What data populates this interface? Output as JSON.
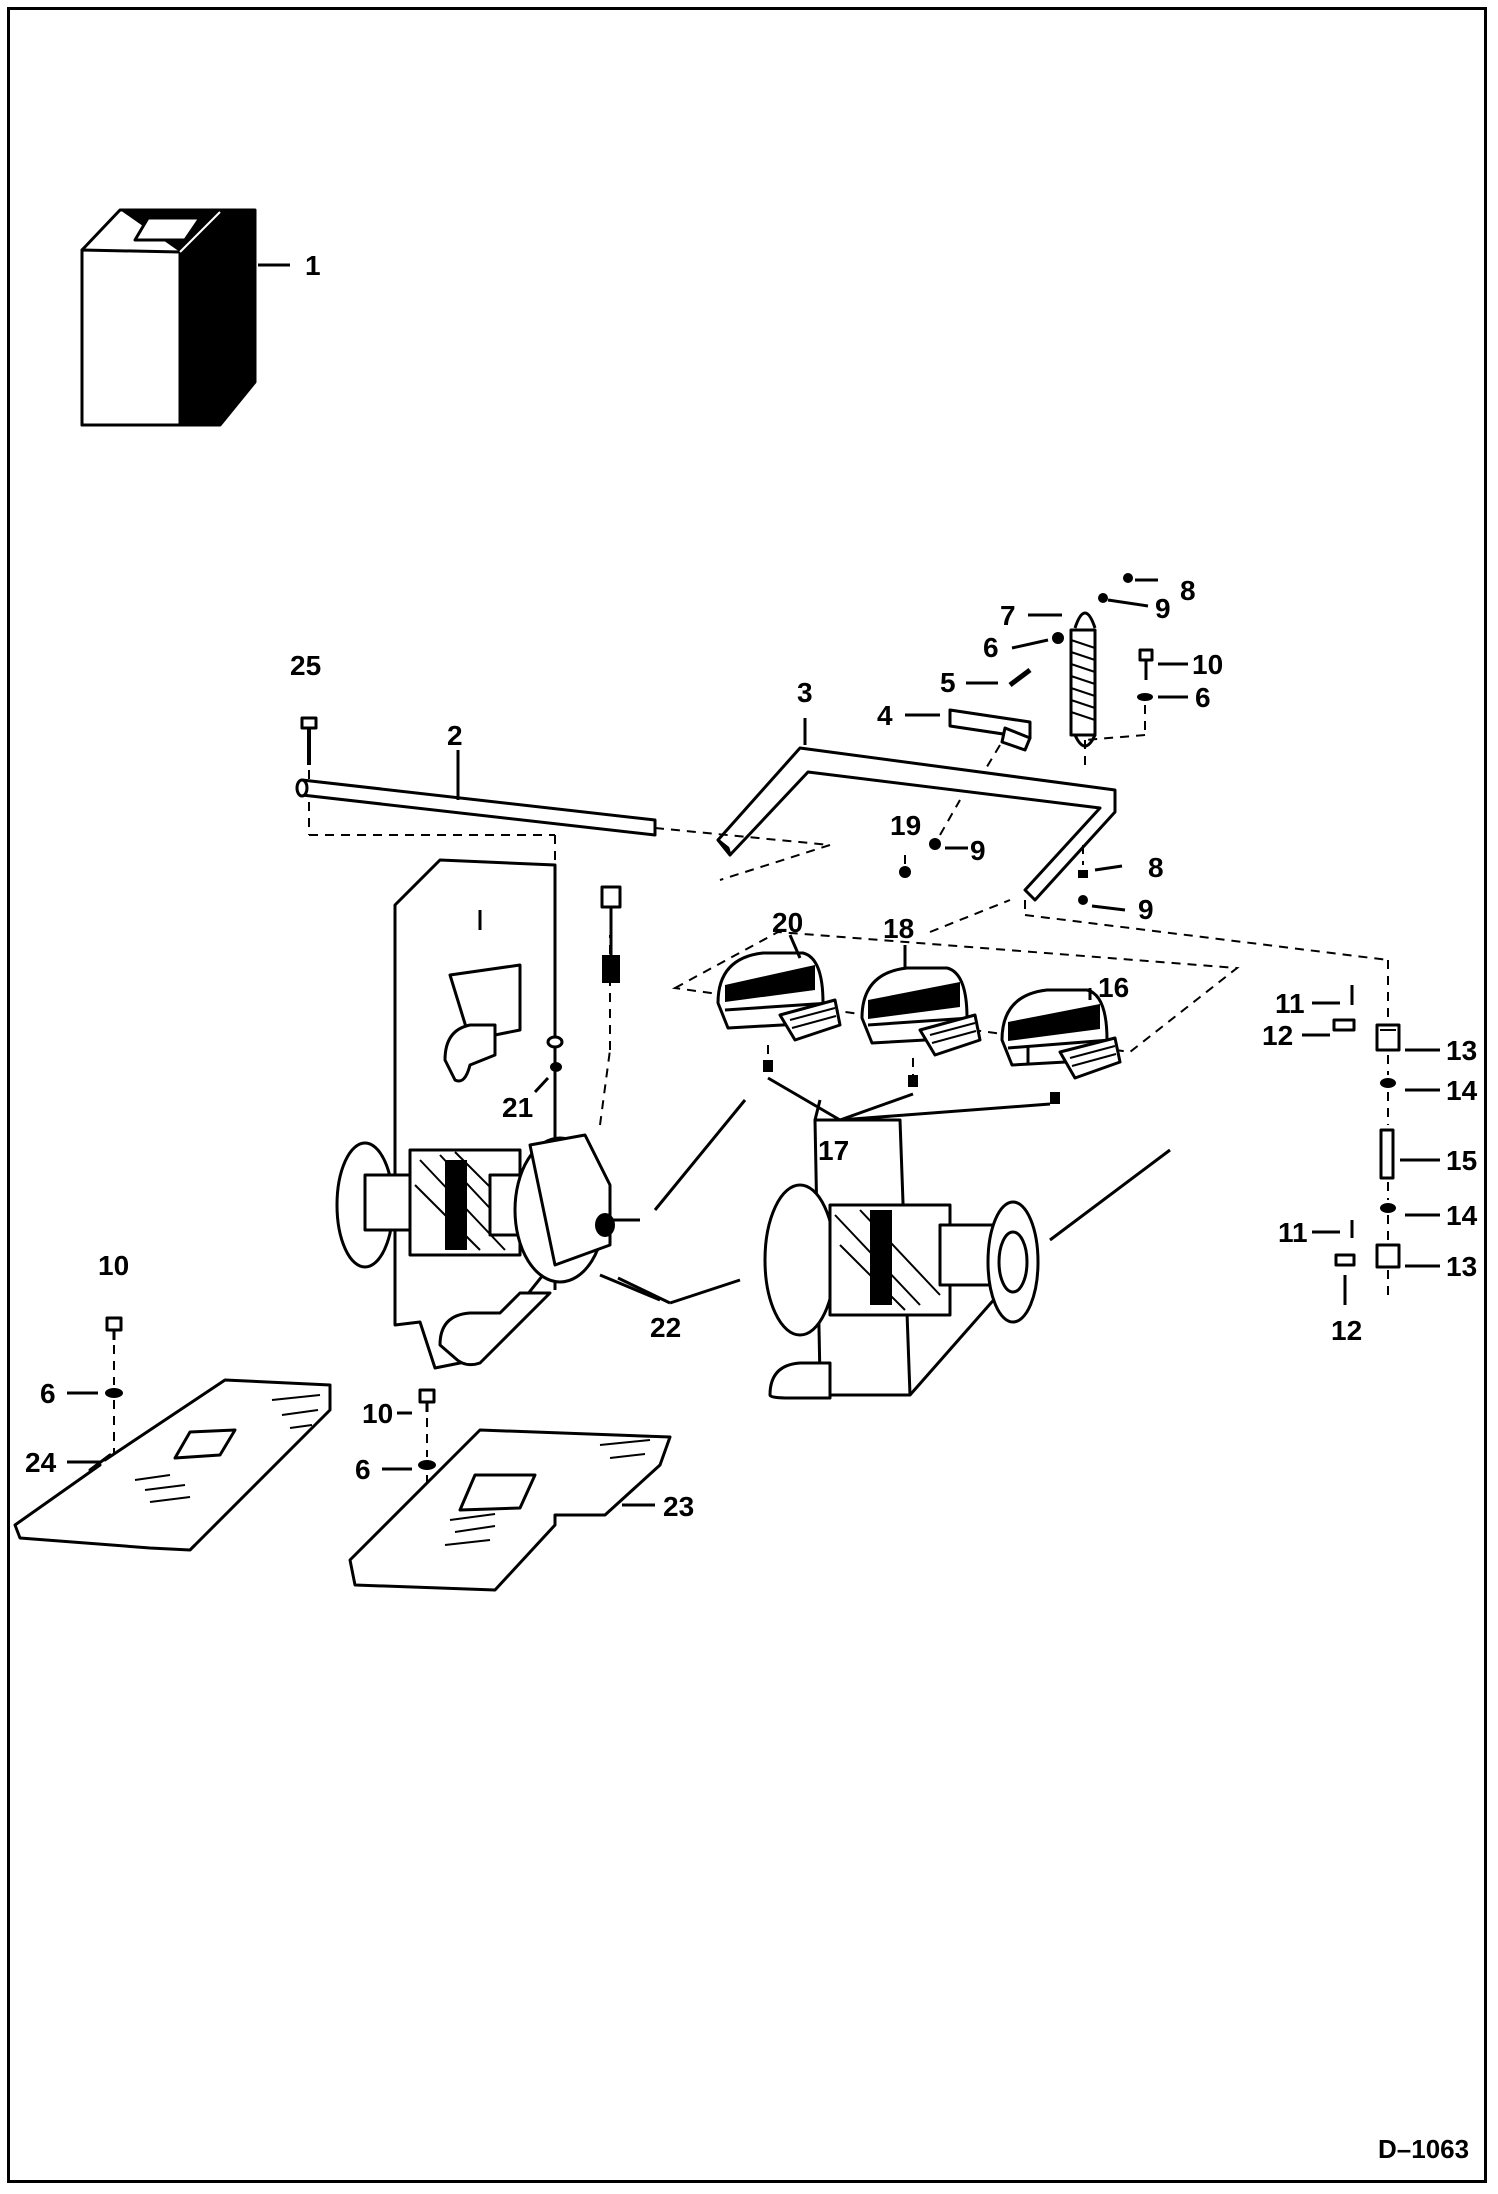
{
  "document_number": "D–1063",
  "callouts": {
    "c1": "1",
    "c2": "2",
    "c3": "3",
    "c4": "4",
    "c5": "5",
    "c6a": "6",
    "c6b": "6",
    "c6c": "6",
    "c6d": "6",
    "c7": "7",
    "c8a": "8",
    "c8b": "8",
    "c9a": "9",
    "c9b": "9",
    "c9c": "9",
    "c10a": "10",
    "c10b": "10",
    "c10c": "10",
    "c11a": "11",
    "c11b": "11",
    "c12a": "12",
    "c12b": "12",
    "c13a": "13",
    "c13b": "13",
    "c14a": "14",
    "c14b": "14",
    "c15": "15",
    "c16": "16",
    "c17": "17",
    "c18": "18",
    "c19": "19",
    "c20": "20",
    "c21": "21",
    "c22": "22",
    "c23": "23",
    "c24": "24",
    "c25": "25"
  }
}
